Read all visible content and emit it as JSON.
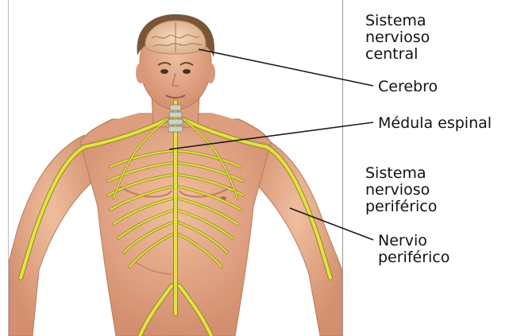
{
  "figure": {
    "labels": {
      "cns_group": "Sistema\nnervioso\ncentral",
      "brain": "Cerebro",
      "spinal_cord": "Médula espinal",
      "pns_group": "Sistema\nnervioso\nperiférico",
      "peripheral_nerve": "Nervio\nperiférico"
    },
    "colors": {
      "skin": "#e7ad8a",
      "skin_shadow": "#c9856a",
      "hair": "#7a5638",
      "brain": "#efc9a6",
      "nerve": "#e5e04a",
      "nerve_outline": "#8f8a1c",
      "leader_line": "#1c1c1c",
      "text": "#111111"
    },
    "icons": {
      "figure": "human-nervous-system-illustration"
    }
  }
}
